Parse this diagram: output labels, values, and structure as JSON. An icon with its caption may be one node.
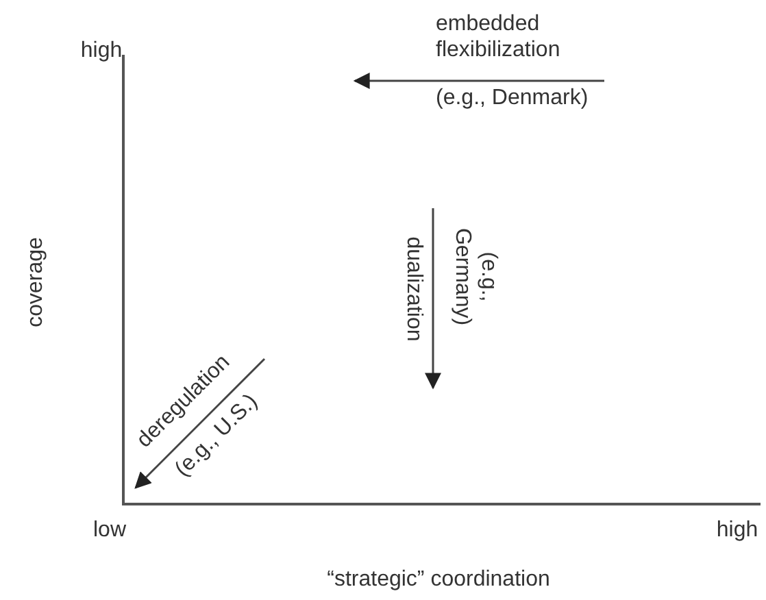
{
  "diagram": {
    "labels": [
      "high",
      "embedded flexibilization",
      "(e.g., Denmark)",
      "coverage",
      "dualization",
      "(e.g., Germany)",
      "deregulation",
      "(e.g., U.S.)",
      "low",
      "high",
      "“strategic” coordination"
    ]
  }
}
